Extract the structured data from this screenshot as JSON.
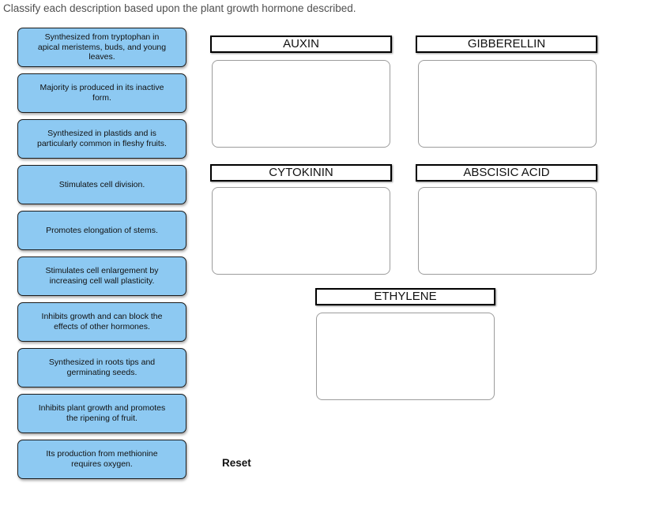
{
  "page": {
    "title": "Classify each description based upon the plant growth hormone described."
  },
  "cards": [
    "Synthesized from tryptophan in\napical meristems, buds, and young\nleaves.",
    "Majority is produced in its inactive\nform.",
    "Synthesized in plastids and is\nparticularly common in fleshy fruits.",
    "Stimulates cell division.",
    "Promotes elongation of stems.",
    "Stimulates cell enlargement by\nincreasing cell wall plasticity.",
    "Inhibits growth and can block the\neffects of other hormones.",
    "Synthesized in roots tips and\ngerminating seeds.",
    "Inhibits plant growth and promotes\nthe ripening of fruit.",
    "Its production from methionine\nrequires oxygen."
  ],
  "categories": [
    {
      "label": "AUXIN"
    },
    {
      "label": "GIBBERELLIN"
    },
    {
      "label": "CYTOKININ"
    },
    {
      "label": "ABSCISIC ACID"
    },
    {
      "label": "ETHYLENE"
    }
  ],
  "colors": {
    "card_fill": "#8dc9f2",
    "card_border": "#1b1b1b",
    "dropzone_border": "#9c9c9c",
    "title_text": "#4f4f4f"
  },
  "reset_label": "Reset"
}
